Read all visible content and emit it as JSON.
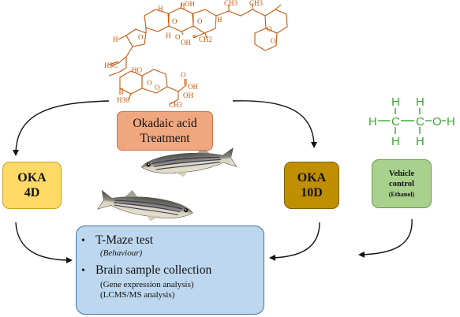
{
  "treatment": {
    "line1": "Okadaic acid",
    "line2": "Treatment"
  },
  "oka4d": {
    "line1": "OKA",
    "line2": "4D"
  },
  "oka10d": {
    "line1": "OKA",
    "line2": "10D"
  },
  "vehicle": {
    "line1": "Vehicle",
    "line2": "control",
    "line3": "(Ethanol)"
  },
  "outcome": {
    "bullet1": "T-Maze test",
    "bullet1_sub": "(Behaviour)",
    "bullet2": "Brain sample collection",
    "bullet2_sub1": "(Gene expression analysis)",
    "bullet2_sub2": "(LCMS/MS analysis)"
  },
  "ethanol": {
    "h": "H",
    "c": "C",
    "o": "O",
    "bond": "—",
    "vbond": "|"
  },
  "molecule": {
    "h": "H",
    "o": "O",
    "oh": "OH",
    "ho": "HO",
    "ch3": "CH3",
    "h3c": "H3C",
    "ch2": "CH2"
  },
  "colors": {
    "structure": "#c55a11",
    "ethanol": "#3fa535",
    "treatment_fill": "#f0a77f",
    "oka4d_fill": "#ffd966",
    "oka10d_fill": "#bf8f00",
    "vehicle_fill": "#a9d18e",
    "outcome_fill": "#bdd7ee"
  }
}
